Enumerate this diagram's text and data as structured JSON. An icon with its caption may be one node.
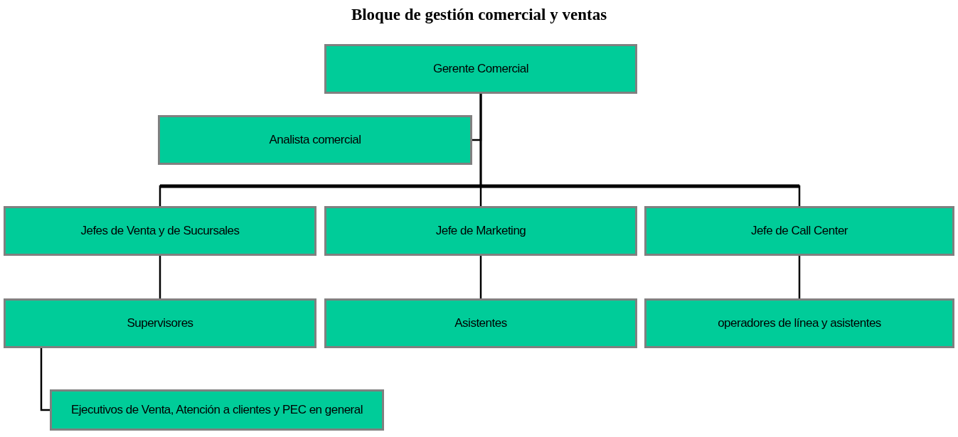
{
  "diagram": {
    "title": "Bloque de gestión comercial y ventas",
    "nodes": [
      {
        "text": [
          "Gerente Comercial"
        ]
      },
      {
        "text": [
          "Analista comercial"
        ]
      },
      {
        "text": [
          "Jefes de Venta y de Sucursales"
        ]
      },
      {
        "text": [
          "Jefe de Marketing"
        ]
      },
      {
        "text": [
          "Jefe de Call Center"
        ]
      },
      {
        "text": [
          "Supervisores"
        ]
      },
      {
        "text": [
          "Asistentes"
        ]
      },
      {
        "text": [
          "operadores de línea y asistentes"
        ]
      },
      {
        "text": [
          "Ejecutivos de Venta, Atención a clientes y PEC en general"
        ]
      }
    ],
    "edges": [
      {
        "from": 0,
        "to": 1,
        "arrow": "none"
      },
      {
        "from": 0,
        "to": 2,
        "arrow": "none",
        "style": "thick"
      },
      {
        "from": 0,
        "to": 3,
        "arrow": "none",
        "style": "thick"
      },
      {
        "from": 0,
        "to": 4,
        "arrow": "none",
        "style": "thick"
      },
      {
        "from": 2,
        "to": 5,
        "arrow": "none"
      },
      {
        "from": 3,
        "to": 6,
        "arrow": "none"
      },
      {
        "from": 4,
        "to": 7,
        "arrow": "none"
      },
      {
        "from": 5,
        "to": 8,
        "arrow": "none"
      }
    ]
  }
}
